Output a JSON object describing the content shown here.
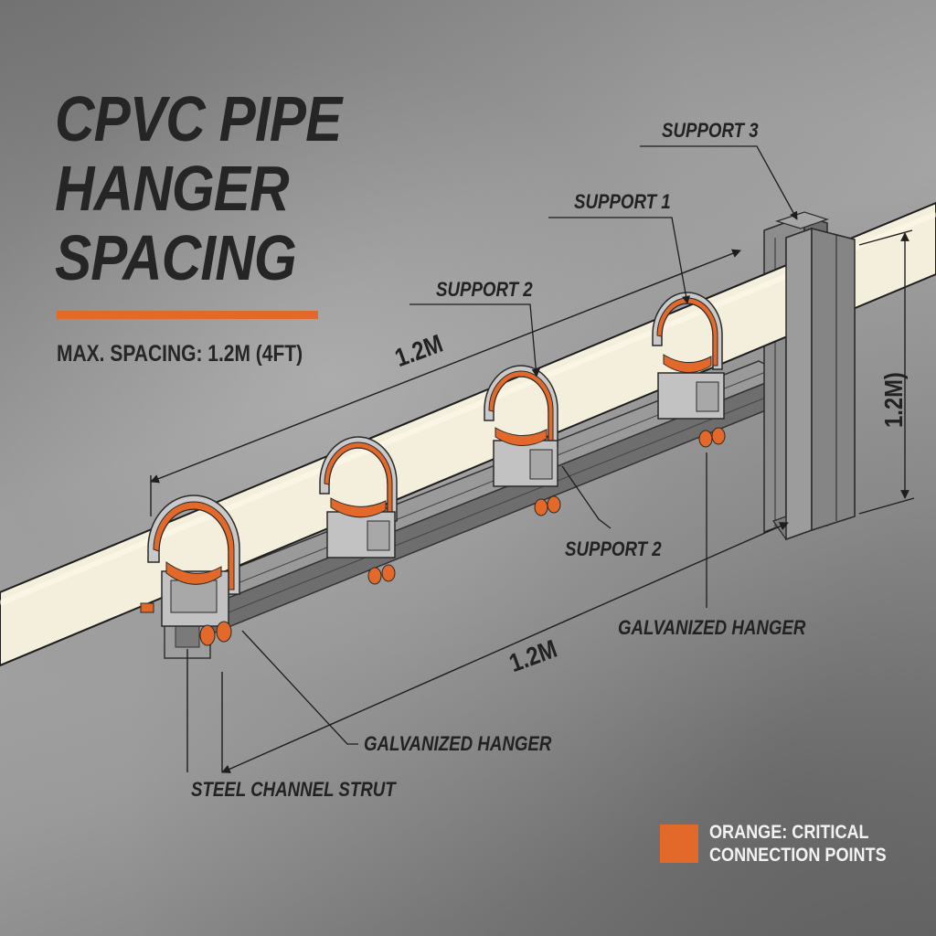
{
  "title": {
    "lines": [
      "CPVC PIPE",
      "HANGER",
      "SPACING"
    ],
    "accent_color": "#e2692a"
  },
  "subtitle": "MAX. SPACING: 1.2M (4FT)",
  "callouts": {
    "support_1": "SUPPORT 1",
    "support_2_top": "SUPPORT 2",
    "support_2_bottom": "SUPPORT 2",
    "support_3": "SUPPORT 3",
    "galvanized_hanger_right": "GALVANIZED HANGER",
    "galvanized_hanger_left": "GALVANIZED HANGER",
    "steel_channel_strut": "STEEL CHANNEL STRUT"
  },
  "dimensions": {
    "top_span": "1.2M",
    "bottom_span": "1.2M",
    "vertical_span": "1.2M)"
  },
  "legend": {
    "swatch_color": "#e2692a",
    "lines": [
      "ORANGE: CRITICAL",
      "CONNECTION POINTS"
    ]
  },
  "colors": {
    "pipe": "#f4efdc",
    "hanger": "#c9c9c9",
    "strut": "#7c7c7c",
    "critical": "#e2692a",
    "ink": "#222222"
  }
}
